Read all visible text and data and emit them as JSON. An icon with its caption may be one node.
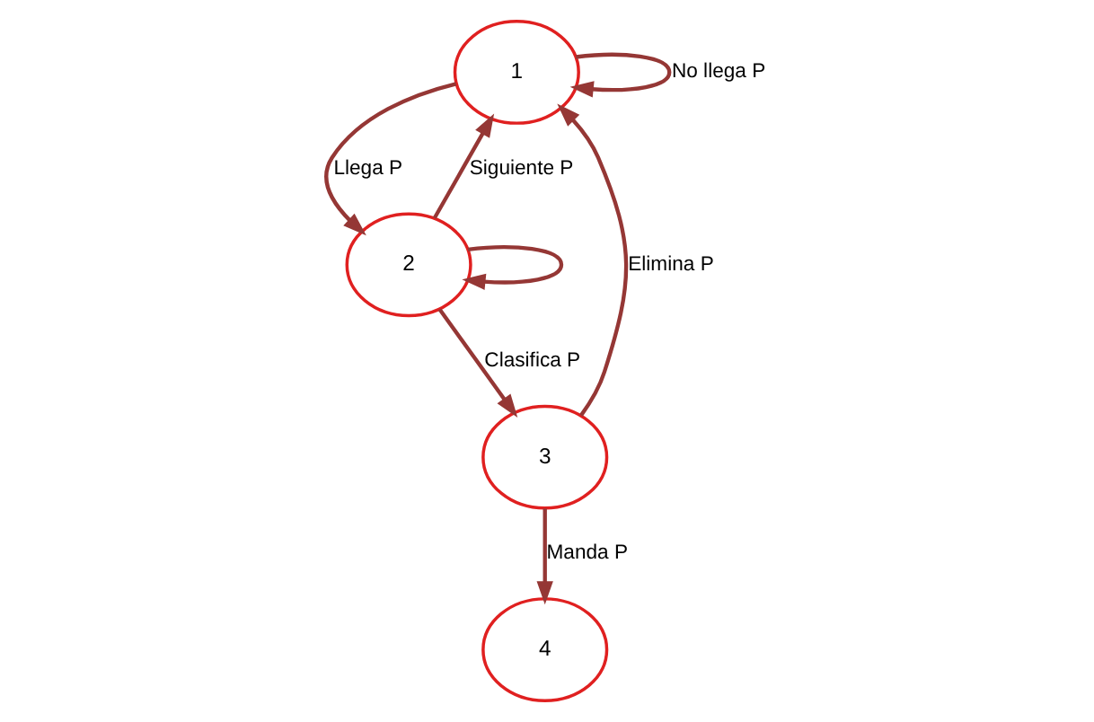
{
  "diagram": {
    "nodes": [
      {
        "text": [
          "1"
        ]
      },
      {
        "text": [
          "2"
        ]
      },
      {
        "text": [
          "3"
        ]
      },
      {
        "text": [
          "4"
        ]
      }
    ],
    "edges": [
      {
        "from": 0,
        "to": 0,
        "arrow": "to",
        "label": "No llega P"
      },
      {
        "from": 0,
        "to": 1,
        "arrow": "to",
        "label": "Llega P"
      },
      {
        "from": 1,
        "to": 1,
        "arrow": "to"
      },
      {
        "from": 1,
        "to": 0,
        "arrow": "to",
        "label": "Siguiente P"
      },
      {
        "from": 1,
        "to": 2,
        "arrow": "to",
        "label": "Clasifica P"
      },
      {
        "from": 2,
        "to": 0,
        "arrow": "to",
        "label": "Elimina P"
      },
      {
        "from": 2,
        "to": 3,
        "arrow": "to",
        "label": "Manda P"
      }
    ]
  }
}
